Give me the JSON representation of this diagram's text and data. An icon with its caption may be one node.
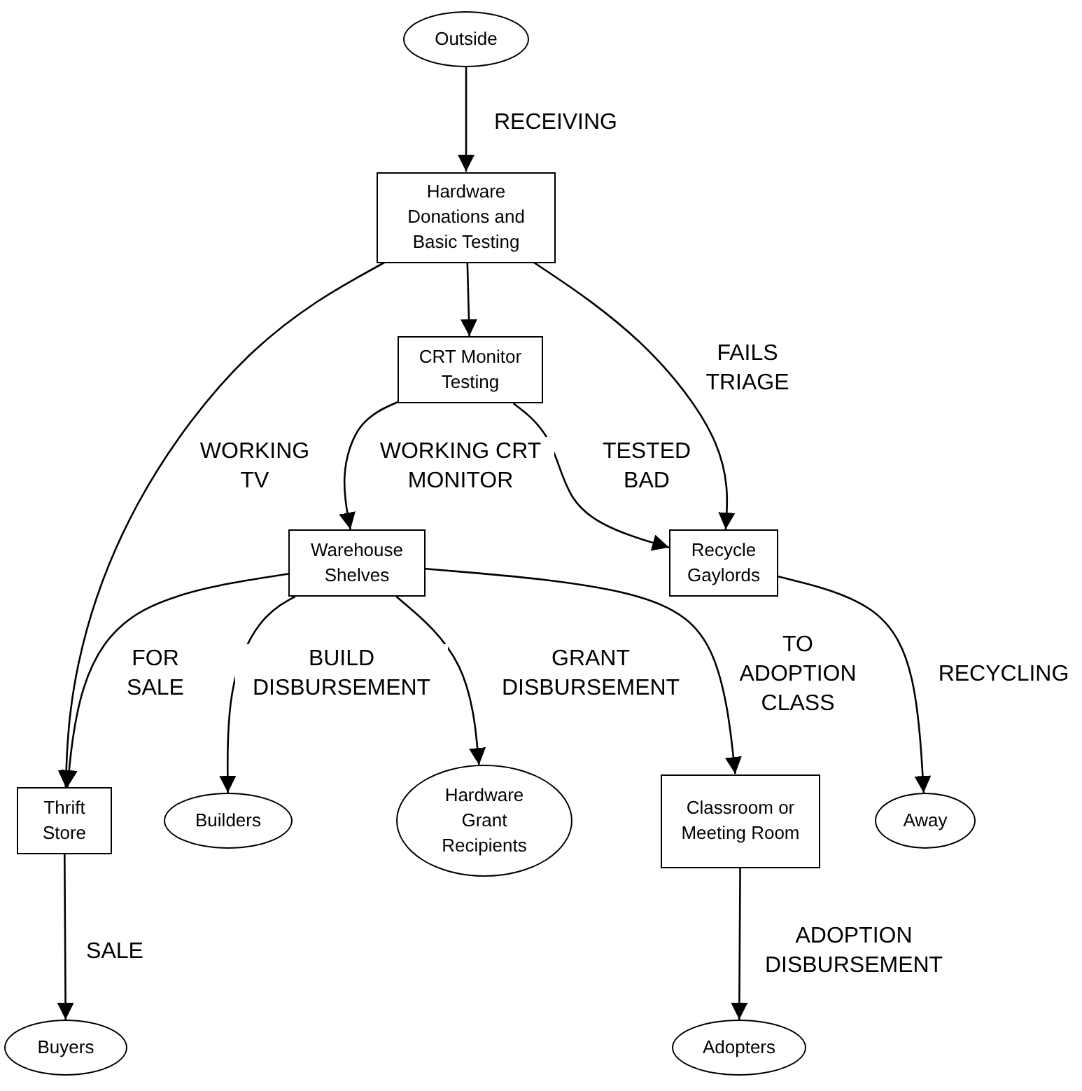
{
  "diagram": {
    "nodes": [
      {
        "text": [
          "Outside"
        ]
      },
      {
        "text": [
          "Hardware Donations and Basic Testing"
        ]
      },
      {
        "text": [
          "CRT Monitor Testing"
        ]
      },
      {
        "text": [
          "Warehouse Shelves"
        ]
      },
      {
        "text": [
          "Recycle Gaylords"
        ]
      },
      {
        "text": [
          "Thrift Store"
        ]
      },
      {
        "text": [
          "Builders"
        ]
      },
      {
        "text": [
          "Hardware Grant Recipients"
        ]
      },
      {
        "text": [
          "Classroom or Meeting Room"
        ]
      },
      {
        "text": [
          "Away"
        ]
      },
      {
        "text": [
          "Buyers"
        ]
      },
      {
        "text": [
          "Adopters"
        ]
      }
    ],
    "edges": [
      {
        "from": 0,
        "to": 1,
        "arrow": "to",
        "label": "RECEIVING"
      },
      {
        "from": 1,
        "to": 2,
        "arrow": "to"
      },
      {
        "from": 1,
        "to": 4,
        "arrow": "to",
        "label": "FAILS TRIAGE"
      },
      {
        "from": 1,
        "to": 5,
        "arrow": "to",
        "label": "WORKING TV"
      },
      {
        "from": 2,
        "to": 3,
        "arrow": "to",
        "label": "WORKING CRT MONITOR"
      },
      {
        "from": 2,
        "to": 4,
        "arrow": "to",
        "label": "TESTED BAD"
      },
      {
        "from": 3,
        "to": 5,
        "arrow": "to",
        "label": "FOR SALE"
      },
      {
        "from": 3,
        "to": 6,
        "arrow": "to",
        "label": "BUILD DISBURSEMENT"
      },
      {
        "from": 3,
        "to": 7,
        "arrow": "to",
        "label": "GRANT DISBURSEMENT"
      },
      {
        "from": 3,
        "to": 8,
        "arrow": "to",
        "label": "TO ADOPTION CLASS"
      },
      {
        "from": 4,
        "to": 9,
        "arrow": "to",
        "label": "RECYCLING"
      },
      {
        "from": 5,
        "to": 10,
        "arrow": "to",
        "label": "SALE"
      },
      {
        "from": 8,
        "to": 11,
        "arrow": "to",
        "label": "ADOPTION DISBURSEMENT"
      }
    ]
  }
}
